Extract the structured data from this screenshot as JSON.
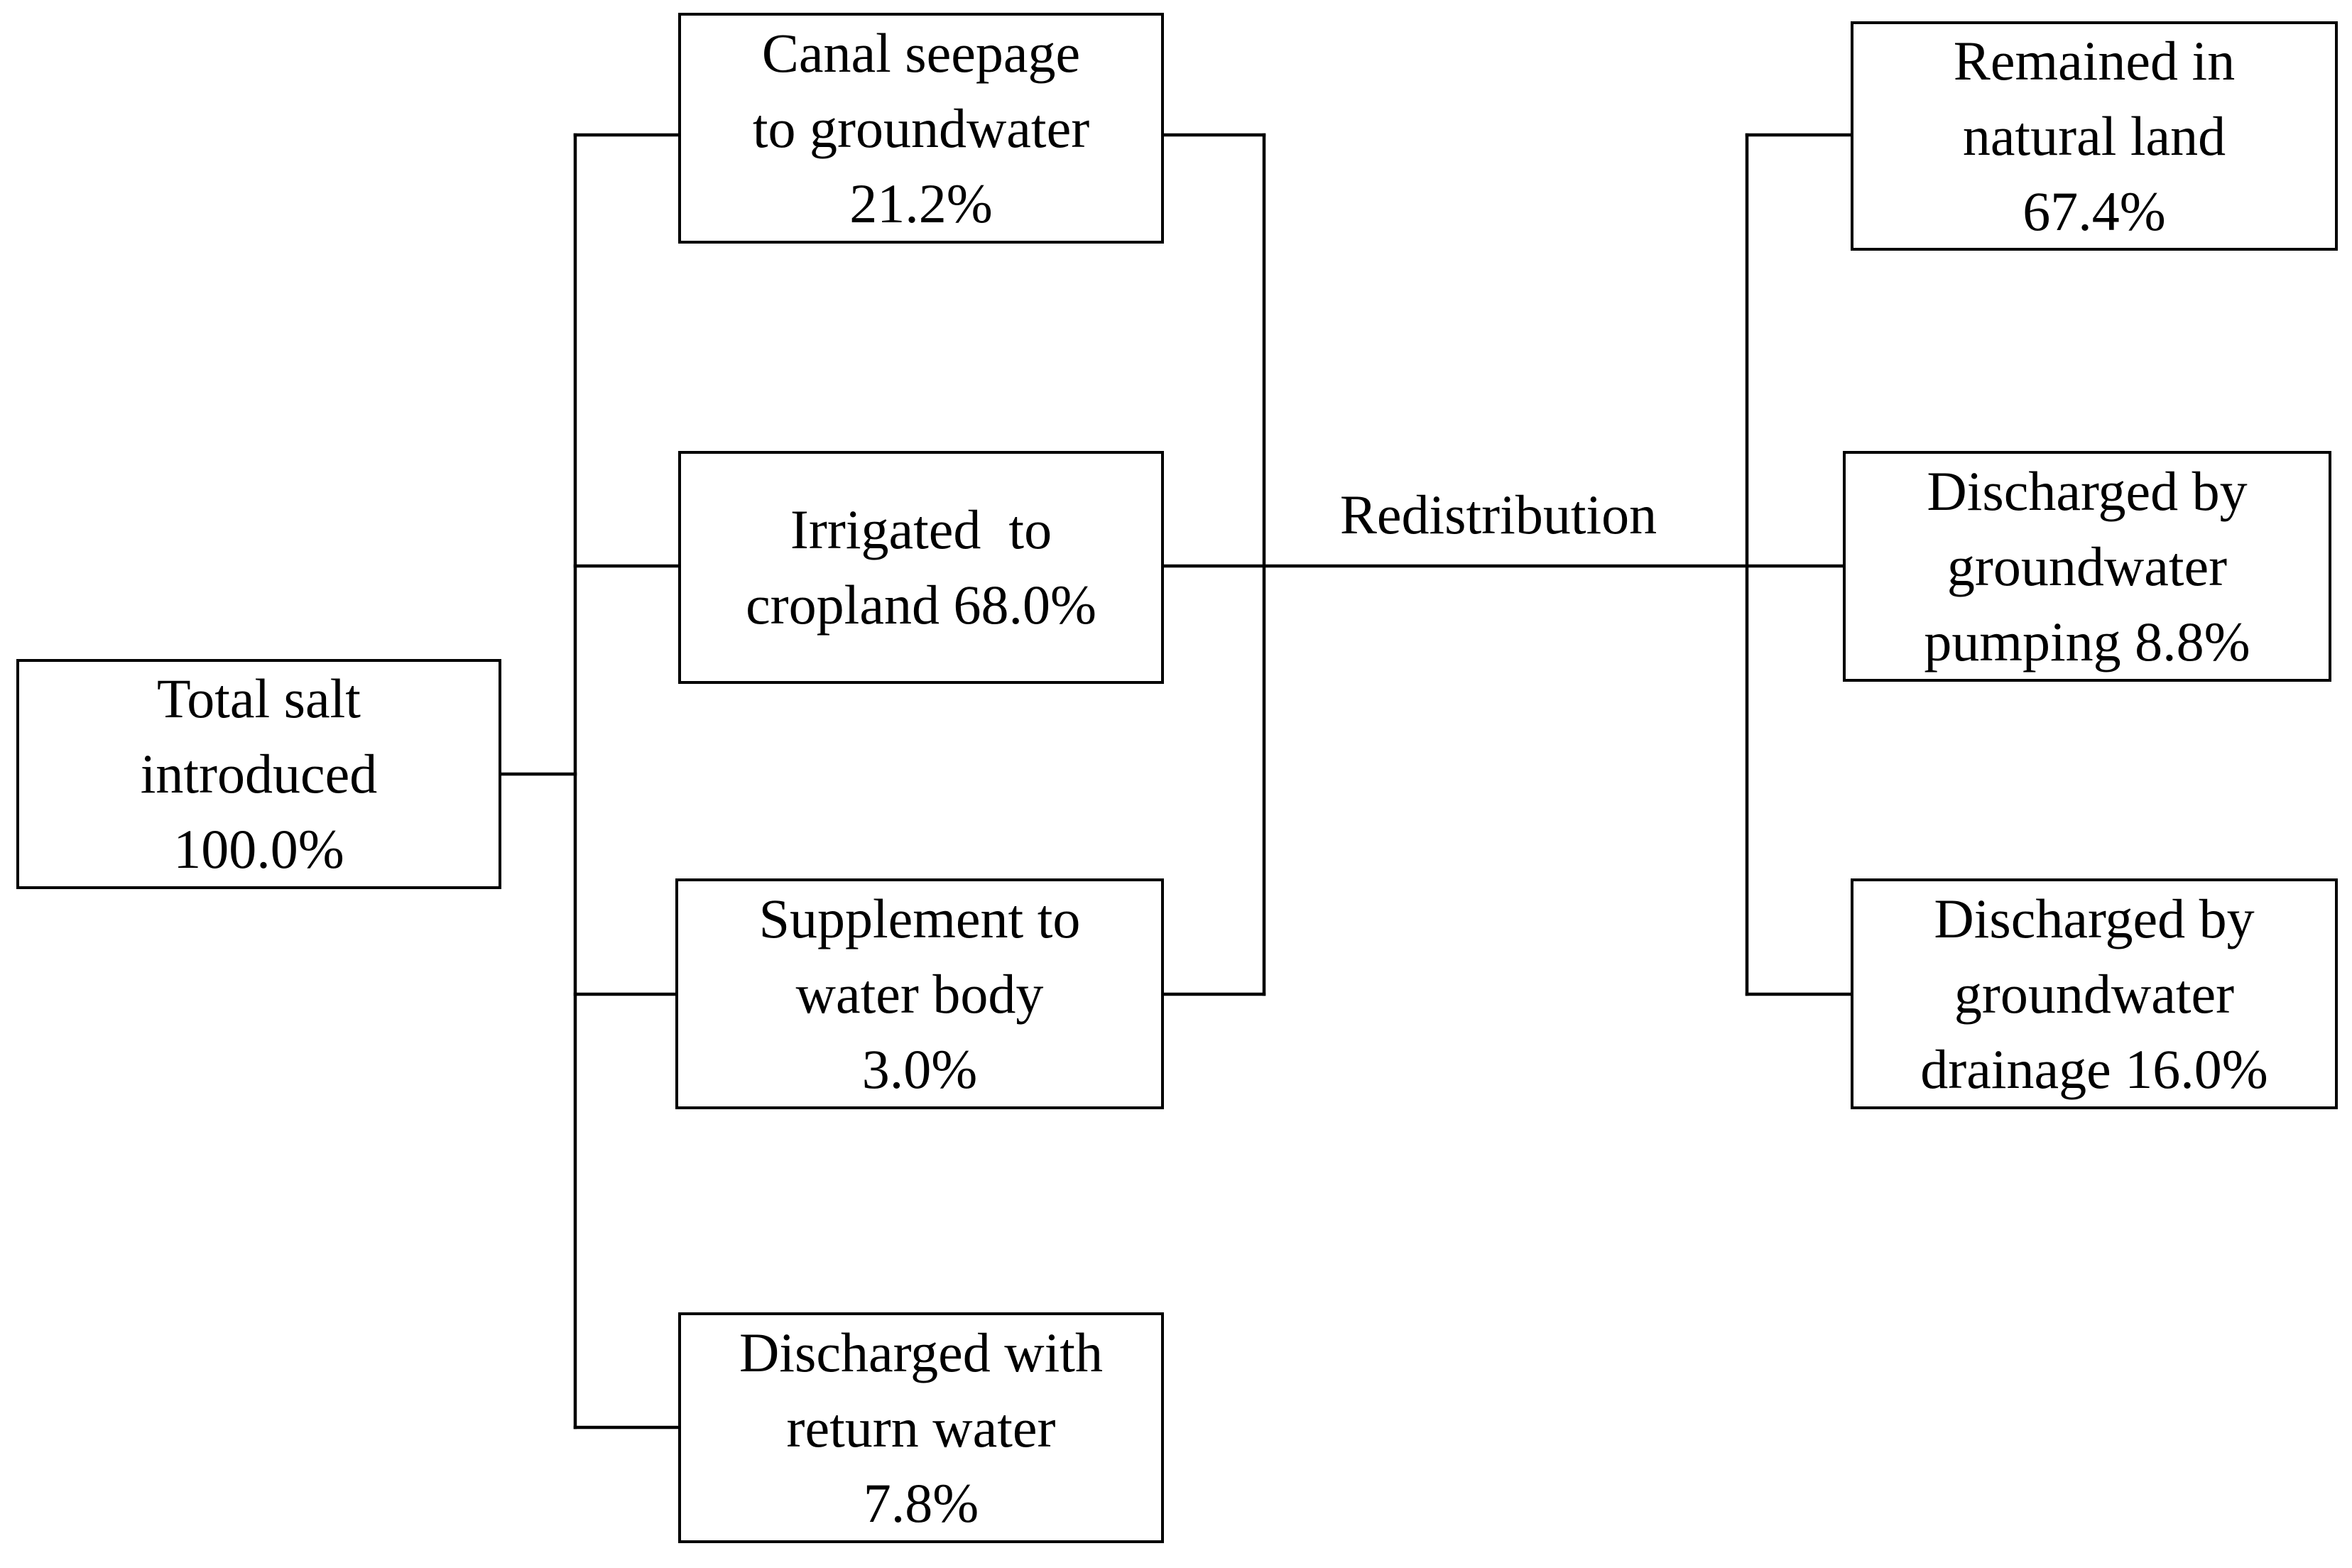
{
  "diagram": {
    "source": {
      "line1": "Total salt",
      "line2": "introduced",
      "line3": "100.0%"
    },
    "allocations": {
      "canal": {
        "line1": "Canal seepage",
        "line2": "to groundwater",
        "line3": "21.2%"
      },
      "irrigated": {
        "line1": "Irrigated  to",
        "line2": "cropland 68.0%"
      },
      "supplement": {
        "line1": "Supplement to",
        "line2": "water body",
        "line3": "3.0%"
      },
      "returned": {
        "line1": "Discharged with",
        "line2": "return water",
        "line3": "7.8%"
      }
    },
    "redistribution_label": "Redistribution",
    "outcomes": {
      "remained": {
        "line1": "Remained in",
        "line2": "natural land",
        "line3": "67.4%"
      },
      "pumping": {
        "line1": "Discharged by",
        "line2": "groundwater",
        "line3": "pumping 8.8%"
      },
      "drainage": {
        "line1": "Discharged by",
        "line2": "groundwater",
        "line3": "drainage 16.0%"
      }
    },
    "colors": {
      "line": "#000000",
      "box_fill": "#ffffff",
      "text": "#000000"
    }
  }
}
